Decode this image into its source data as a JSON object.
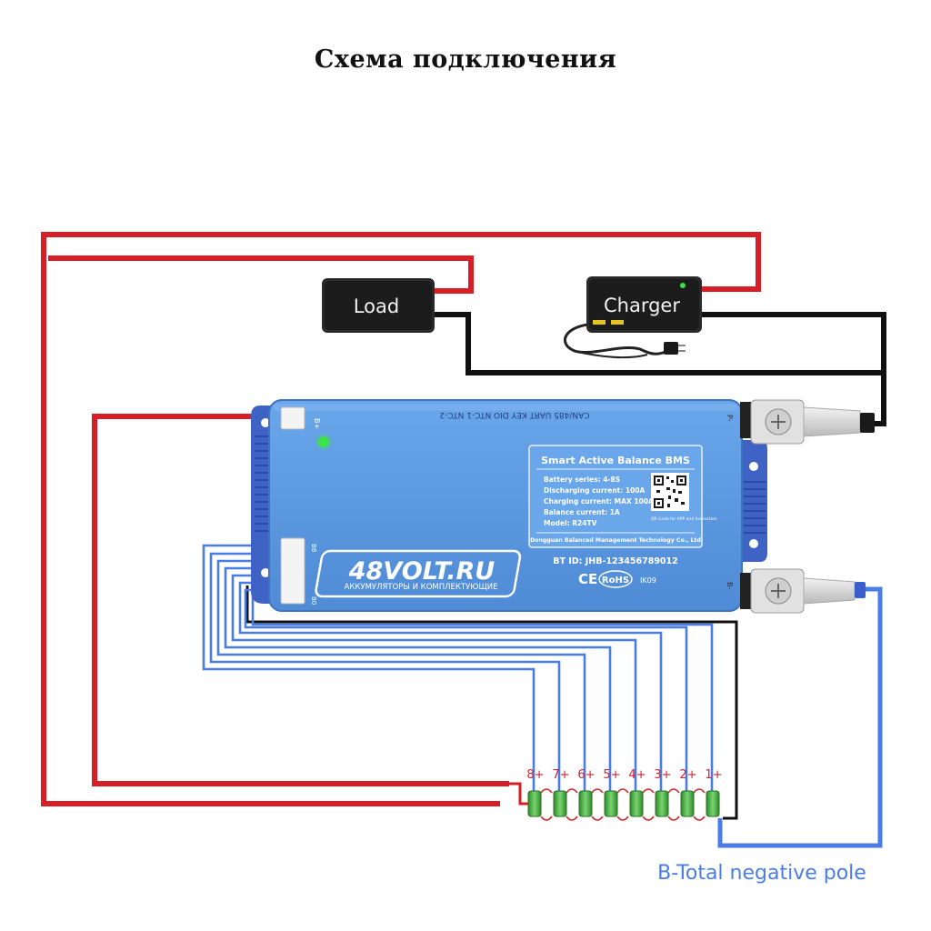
{
  "title": "Схема подключения",
  "load": {
    "label": "Load"
  },
  "charger": {
    "label": "Charger"
  },
  "bms": {
    "top_ports": "CAN/485 UART KEY DIO NTC-1 NTC-2",
    "panel_title": "Smart Active Balance BMS",
    "specs": [
      "Battery series: 4-8S",
      "Discharging current: 100A",
      "Charging current: MAX 100A",
      "Balance current: 1A",
      "Model: R24TV"
    ],
    "qr_caption": "QR Code for APP and Instruction",
    "manufacturer": "Dongguan Balanced Management Technology Co., Ltd",
    "bt_id": "BT ID: JHB-123456789012",
    "ce_mark": "CE",
    "rohs_mark": "RoHS",
    "code": "IK09",
    "b_plus": "B+",
    "b8": "B8",
    "b0": "B0",
    "p_minus": "P-",
    "b_minus": "B-"
  },
  "watermark": {
    "brand": "48VOLT.RU",
    "tagline": "АККУМУЛЯТОРЫ И КОМПЛЕКТУЮЩИЕ"
  },
  "cells": [
    "8+",
    "7+",
    "6+",
    "5+",
    "4+",
    "3+",
    "2+",
    "1+"
  ],
  "total_negative": "B-Total negative pole",
  "colors": {
    "red": "#d61f26",
    "black": "#111111",
    "blue": "#4a7ce6",
    "bms_body": "#5e9ae0",
    "cell_green": "#3fae3a"
  }
}
